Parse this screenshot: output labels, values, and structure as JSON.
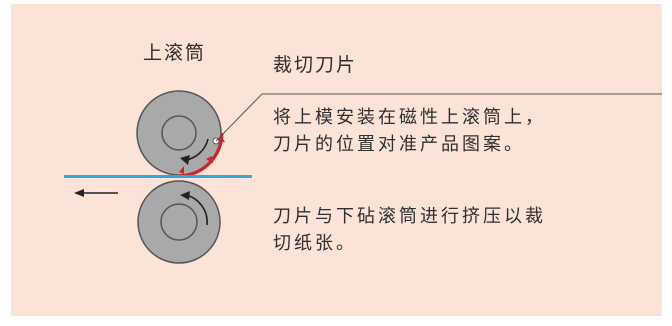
{
  "labels": {
    "upper_roller": "上滚筒",
    "cutting_blade": "裁切刀片"
  },
  "descriptions": {
    "step1_line1": "将上模安装在磁性上滚筒上，",
    "step1_line2": "刀片的位置对准产品图案。",
    "step2_line1": "刀片与下砧滚筒进行挤压以裁",
    "step2_line2": "切纸张。"
  },
  "colors": {
    "background": "#fbe3d8",
    "roller_fill": "#a9a9a9",
    "roller_stroke": "#555555",
    "blade": "#d81f26",
    "paper": "#32a7dc",
    "text": "#2f2f2f"
  }
}
